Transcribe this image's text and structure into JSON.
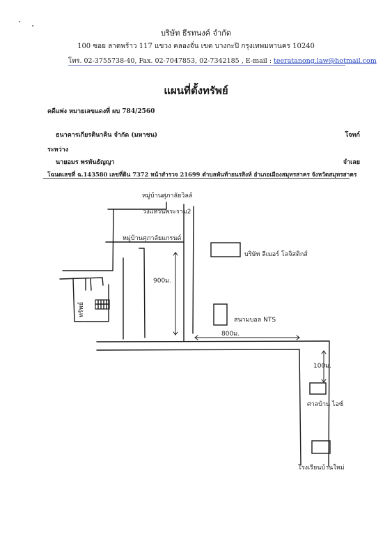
{
  "header": {
    "company": "บริษัท ธีรทนงค์ จำกัด",
    "address": "100  ซอย ลาดพร้าว 117  แขวง คลองจั่น  เขต บางกะปิ  กรุงเทพมหานคร  10240",
    "contact_prefix": "โทร. 02-3755738-40, Fax.  02-7047853, 02-7342185 , E-mail : ",
    "email": "teeratanong.law@hotmail.com"
  },
  "document": {
    "title": "แผนที่ตั้งทรัพย์",
    "case_number": "คดีแพ่ง  หมายเลขแดงที่ ผบ 784/2560",
    "plaintiff": "ธนาคารเกียรตินาคิน  จำกัด (มหาชน)",
    "plaintiff_role": "โจทก์",
    "between": "ระหว่าง",
    "defendant": "นายอมร พรหันธัญญา",
    "defendant_role": "จำเลย",
    "deed": "โฉนดเลขที่  ฉ.143580  เลขที่ดิน 7372 หน้าสำรวจ 21699 ตำบลพันท้ายนรสิงห์  อำเภอเมืองสมุทรสาคร  จังหวัดสมุทรสาคร"
  },
  "map": {
    "label_village_top": "หมู่บ้านศุภาลัยวิลล์",
    "label_village_sub": "วงแหวนพระราม2",
    "label_village_gate": "หมู่บ้านศุภาลัยแกรนด์",
    "label_company": "บริษัท ลีเมอร์ โลจิสติกส์",
    "label_stadium": "สนามบอล NTS",
    "label_distance_vertical": "900ม.",
    "label_distance_horizontal": "800ม.",
    "label_distance_short": "100ม.",
    "label_bus_stop": "ศาลบ้าน ไอซ์",
    "label_temple": "โรงเรียนบ้านใหม่",
    "label_property": "ทรัพย์"
  }
}
